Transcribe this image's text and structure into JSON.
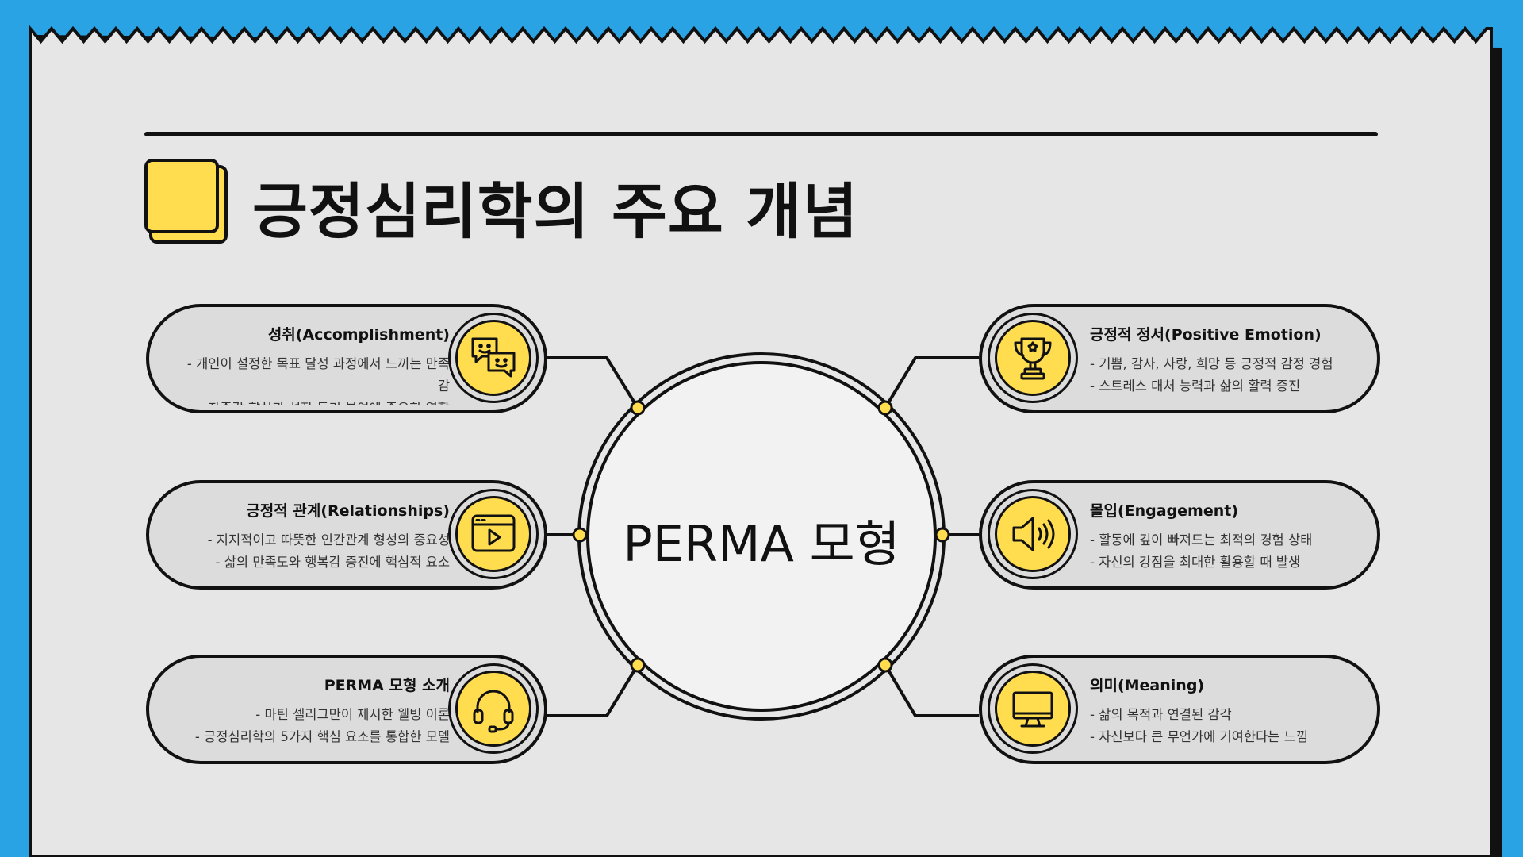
{
  "title": "긍정심리학의 주요 개념",
  "center": "PERMA 모형",
  "colors": {
    "background": "#29A3E3",
    "paper": "#E6E6E6",
    "accent": "#FFDD4F",
    "ink": "#111111"
  },
  "cards_left": [
    {
      "title": "성취(Accomplishment)",
      "lines": [
        "- 개인이 설정한 목표 달성 과정에서 느끼는 만족감",
        "- 자존감 향상과 성장 동기 부여에 중요한 역할"
      ],
      "icon": "chat-bubbles-icon"
    },
    {
      "title": "긍정적 관계(Relationships)",
      "lines": [
        "- 지지적이고 따뜻한 인간관계 형성의 중요성",
        "- 삶의 만족도와 행복감 증진에 핵심적 요소"
      ],
      "icon": "video-player-icon"
    },
    {
      "title": "PERMA 모형 소개",
      "lines": [
        "- 마틴 셀리그만이 제시한 웰빙 이론",
        "- 긍정심리학의 5가지 핵심 요소를 통합한 모델"
      ],
      "icon": "headset-icon"
    }
  ],
  "cards_right": [
    {
      "title": "긍정적 정서(Positive Emotion)",
      "lines": [
        "- 기쁨, 감사, 사랑, 희망 등 긍정적 감정 경험",
        "- 스트레스 대처 능력과 삶의 활력 증진"
      ],
      "icon": "trophy-icon"
    },
    {
      "title": "몰입(Engagement)",
      "lines": [
        "- 활동에 깊이 빠져드는 최적의 경험 상태",
        "- 자신의 강점을 최대한 활용할 때 발생"
      ],
      "icon": "speaker-icon"
    },
    {
      "title": "의미(Meaning)",
      "lines": [
        "- 삶의 목적과 연결된 감각",
        "- 자신보다 큰 무언가에 기여한다는 느낌"
      ],
      "icon": "monitor-icon"
    }
  ]
}
